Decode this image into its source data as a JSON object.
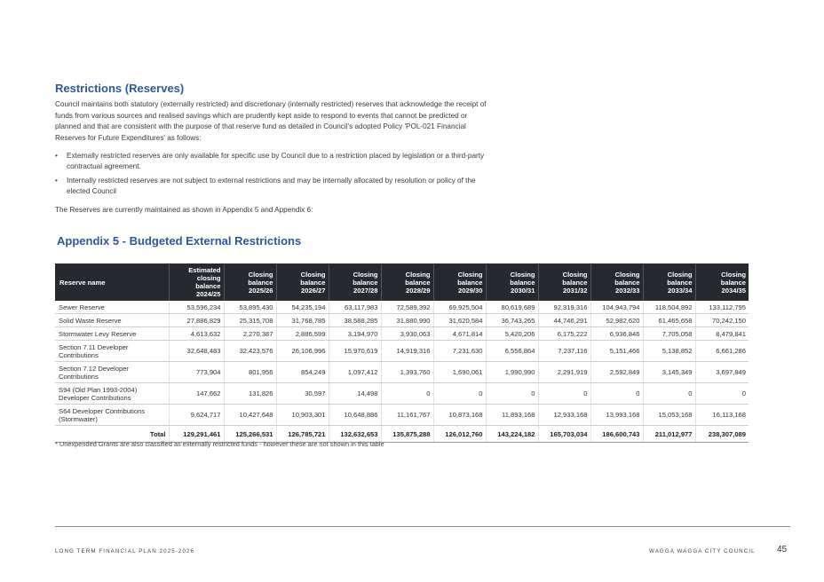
{
  "heading": "Restrictions (Reserves)",
  "intro": "Council maintains both statutory (externally restricted) and discretionary (internally restricted) reserves that acknowledge the receipt of funds from various sources and realised savings which are prudently kept aside to respond to events that cannot be predicted or planned and that are consistent with the purpose of that reserve fund as detailed in Council's adopted Policy 'POL-021 Financial Reserves for Future Expenditures' as follows:",
  "bullets": [
    "Externally restricted reserves are only available for specific use by Council due to a restriction placed by legislation or a third-party contractual agreement.",
    "Internally restricted reserves are not subject to external restrictions and may be internally allocated by resolution or policy of the elected Council"
  ],
  "note": "The Reserves are currently maintained as shown in Appendix 5 and Appendix 6:",
  "appendix_title": "Appendix 5 - Budgeted External Restrictions",
  "table": {
    "headers": [
      "Reserve name",
      "Estimated closing balance 2024/25",
      "Closing balance 2025/26",
      "Closing balance 2026/27",
      "Closing balance 2027/28",
      "Closing balance 2028/29",
      "Closing balance 2029/30",
      "Closing balance 2030/31",
      "Closing balance 2031/32",
      "Closing balance 2032/33",
      "Closing balance 2033/34",
      "Closing balance 2034/35"
    ],
    "rows": [
      {
        "name": "Sewer Reserve",
        "values": [
          "53,596,234",
          "53,895,430",
          "54,235,194",
          "63,117,983",
          "72,589,392",
          "69,925,504",
          "80,619,689",
          "92,319,316",
          "104,943,794",
          "118,504,892",
          "133,112,795"
        ]
      },
      {
        "name": "Solid Waste Reserve",
        "values": [
          "27,886,829",
          "25,315,708",
          "31,768,785",
          "38,588,285",
          "31,880,990",
          "31,620,584",
          "36,743,265",
          "44,746,291",
          "52,982,620",
          "61,465,658",
          "70,242,150"
        ]
      },
      {
        "name": "Stormwater Levy Reserve",
        "values": [
          "4,613,632",
          "2,270,387",
          "2,886,599",
          "3,194,970",
          "3,930,063",
          "4,671,814",
          "5,420,206",
          "6,175,222",
          "6,936,846",
          "7,705,058",
          "8,479,841"
        ]
      },
      {
        "name": "Section 7.11 Developer Contributions",
        "values": [
          "32,648,483",
          "32,423,576",
          "26,106,996",
          "15,970,619",
          "14,919,316",
          "7,231,630",
          "6,556,864",
          "7,237,116",
          "5,151,466",
          "5,138,852",
          "6,661,286"
        ]
      },
      {
        "name": "Section 7.12 Developer Contributions",
        "values": [
          "773,904",
          "801,956",
          "854,249",
          "1,097,412",
          "1,393,760",
          "1,690,061",
          "1,990,990",
          "2,291,919",
          "2,592,849",
          "3,145,349",
          "3,697,849"
        ]
      },
      {
        "name": "S94 (Old Plan 1993-2004) Developer Contributions",
        "values": [
          "147,662",
          "131,826",
          "30,597",
          "14,498",
          "0",
          "0",
          "0",
          "0",
          "0",
          "0",
          "0"
        ]
      },
      {
        "name": "S64 Developer Contributions (Stormwater)",
        "values": [
          "9,624,717",
          "10,427,648",
          "10,903,301",
          "10,648,886",
          "11,161,767",
          "10,873,168",
          "11,893,168",
          "12,933,168",
          "13,993,168",
          "15,053,168",
          "16,113,168"
        ]
      }
    ],
    "total": {
      "label": "Total",
      "values": [
        "129,291,461",
        "125,266,531",
        "126,785,721",
        "132,632,653",
        "135,875,288",
        "126,012,760",
        "143,224,182",
        "165,703,034",
        "186,600,743",
        "211,012,977",
        "238,307,089"
      ]
    }
  },
  "footnote": "* Unexpended Grants are also classified as externally restricted funds - however these are not shown in this table",
  "footer": {
    "left": "LONG TERM FINANCIAL PLAN 2025-2026",
    "right": "WAGGA WAGGA CITY COUNCIL",
    "page": "45"
  },
  "colors": {
    "accent": "#2b57a4",
    "header_bg": "#262a30"
  }
}
